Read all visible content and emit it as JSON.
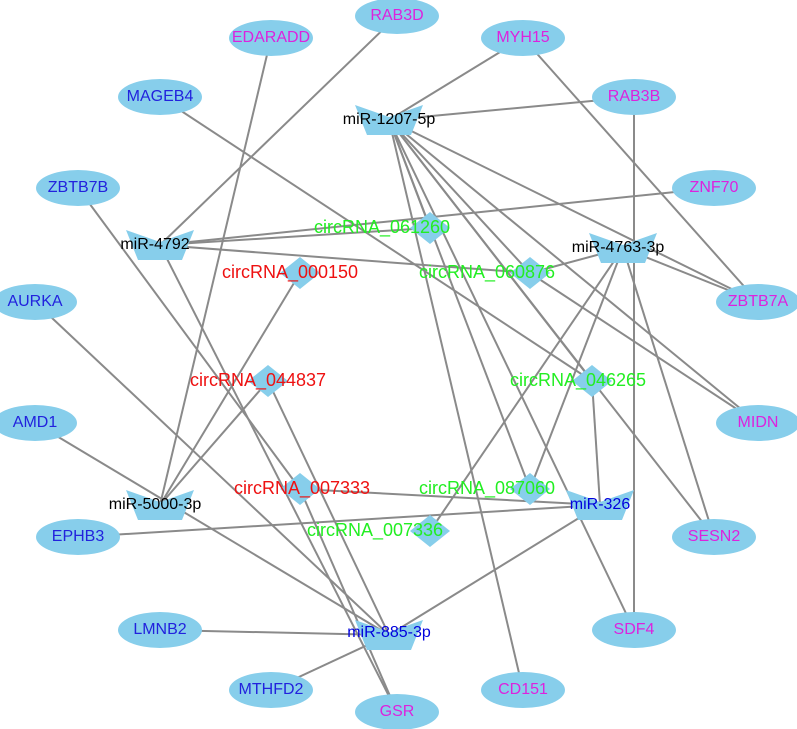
{
  "colors": {
    "node_fill": "#87ceeb",
    "edge": "#8a8a8a",
    "gene_blue": "#2222dd",
    "gene_magenta": "#dd22dd",
    "mirna_black": "#000000",
    "mirna_blue": "#0000dd",
    "circ_red": "#ee1111",
    "circ_green": "#22ee22"
  },
  "nodes": [
    {
      "id": "EDARADD",
      "shape": "ellipse",
      "color": "gene_magenta"
    },
    {
      "id": "RAB3D",
      "shape": "ellipse",
      "color": "gene_magenta"
    },
    {
      "id": "MYH15",
      "shape": "ellipse",
      "color": "gene_magenta"
    },
    {
      "id": "MAGEB4",
      "shape": "ellipse",
      "color": "gene_blue"
    },
    {
      "id": "RAB3B",
      "shape": "ellipse",
      "color": "gene_magenta"
    },
    {
      "id": "ZBTB7B",
      "shape": "ellipse",
      "color": "gene_blue"
    },
    {
      "id": "ZNF70",
      "shape": "ellipse",
      "color": "gene_magenta"
    },
    {
      "id": "AURKA",
      "shape": "ellipse",
      "color": "gene_blue"
    },
    {
      "id": "ZBTB7A",
      "shape": "ellipse",
      "color": "gene_magenta"
    },
    {
      "id": "AMD1",
      "shape": "ellipse",
      "color": "gene_blue"
    },
    {
      "id": "MIDN",
      "shape": "ellipse",
      "color": "gene_magenta"
    },
    {
      "id": "EPHB3",
      "shape": "ellipse",
      "color": "gene_blue"
    },
    {
      "id": "SESN2",
      "shape": "ellipse",
      "color": "gene_magenta"
    },
    {
      "id": "LMNB2",
      "shape": "ellipse",
      "color": "gene_blue"
    },
    {
      "id": "SDF4",
      "shape": "ellipse",
      "color": "gene_magenta"
    },
    {
      "id": "MTHFD2",
      "shape": "ellipse",
      "color": "gene_blue"
    },
    {
      "id": "CD151",
      "shape": "ellipse",
      "color": "gene_magenta"
    },
    {
      "id": "GSR",
      "shape": "ellipse",
      "color": "gene_magenta"
    },
    {
      "id": "miR-1207-5p",
      "shape": "vee",
      "color": "mirna_black"
    },
    {
      "id": "miR-4792",
      "shape": "vee",
      "color": "mirna_black"
    },
    {
      "id": "miR-4763-3p",
      "shape": "vee",
      "color": "mirna_black"
    },
    {
      "id": "miR-5000-3p",
      "shape": "vee",
      "color": "mirna_black"
    },
    {
      "id": "miR-326",
      "shape": "vee",
      "color": "mirna_blue"
    },
    {
      "id": "miR-885-3p",
      "shape": "vee",
      "color": "mirna_blue"
    },
    {
      "id": "circRNA_061260",
      "shape": "diamond",
      "color": "circ_green"
    },
    {
      "id": "circRNA_000150",
      "shape": "diamond",
      "color": "circ_red"
    },
    {
      "id": "circRNA_060876",
      "shape": "diamond",
      "color": "circ_green"
    },
    {
      "id": "circRNA_044837",
      "shape": "diamond",
      "color": "circ_red"
    },
    {
      "id": "circRNA_046265",
      "shape": "diamond",
      "color": "circ_green"
    },
    {
      "id": "circRNA_007333",
      "shape": "diamond",
      "color": "circ_red"
    },
    {
      "id": "circRNA_087060",
      "shape": "diamond",
      "color": "circ_green"
    },
    {
      "id": "circRNA_007336",
      "shape": "diamond",
      "color": "circ_green"
    }
  ],
  "edges": [
    [
      "miR-1207-5p",
      "MYH15"
    ],
    [
      "miR-1207-5p",
      "RAB3B"
    ],
    [
      "miR-1207-5p",
      "ZBTB7A"
    ],
    [
      "miR-1207-5p",
      "MIDN"
    ],
    [
      "miR-1207-5p",
      "SESN2"
    ],
    [
      "miR-1207-5p",
      "SDF4"
    ],
    [
      "miR-1207-5p",
      "CD151"
    ],
    [
      "miR-1207-5p",
      "circRNA_046265"
    ],
    [
      "miR-1207-5p",
      "circRNA_087060"
    ],
    [
      "miR-1207-5p",
      "circRNA_061260"
    ],
    [
      "miR-1207-5p",
      "circRNA_060876"
    ],
    [
      "MYH15",
      "ZBTB7A"
    ],
    [
      "RAB3B",
      "SDF4"
    ],
    [
      "miR-4763-3p",
      "ZBTB7A"
    ],
    [
      "miR-4763-3p",
      "SESN2"
    ],
    [
      "miR-4763-3p",
      "circRNA_007336"
    ],
    [
      "miR-4763-3p",
      "circRNA_087060"
    ],
    [
      "miR-4763-3p",
      "circRNA_060876"
    ],
    [
      "miR-4792",
      "ZNF70"
    ],
    [
      "miR-4792",
      "RAB3D"
    ],
    [
      "miR-4792",
      "circRNA_060876"
    ],
    [
      "miR-4792",
      "GSR"
    ],
    [
      "EDARADD",
      "miR-5000-3p"
    ],
    [
      "MAGEB4",
      "circRNA_046265"
    ],
    [
      "ZBTB7B",
      "circRNA_007333"
    ],
    [
      "circRNA_007333",
      "miR-326"
    ],
    [
      "circRNA_007333",
      "GSR"
    ],
    [
      "AURKA",
      "miR-885-3p"
    ],
    [
      "AMD1",
      "miR-885-3p"
    ],
    [
      "miR-5000-3p",
      "circRNA_000150"
    ],
    [
      "miR-5000-3p",
      "circRNA_044837"
    ],
    [
      "circRNA_044837",
      "miR-885-3p"
    ],
    [
      "EPHB3",
      "miR-326"
    ],
    [
      "LMNB2",
      "miR-885-3p"
    ],
    [
      "MTHFD2",
      "miR-885-3p"
    ],
    [
      "miR-885-3p",
      "miR-326"
    ],
    [
      "circRNA_061260",
      "miR-4792"
    ],
    [
      "circRNA_060876",
      "MIDN"
    ],
    [
      "circRNA_046265",
      "miR-326"
    ]
  ]
}
